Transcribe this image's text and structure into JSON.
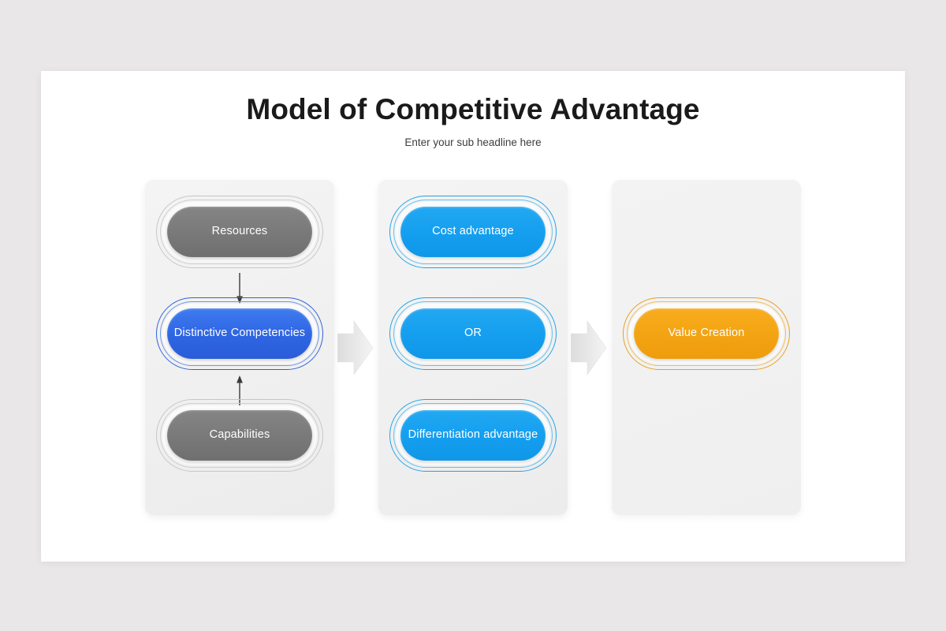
{
  "slide": {
    "title": "Model of Competitive Advantage",
    "subtitle": "Enter your sub headline here"
  },
  "colors": {
    "background": "#e9e7e8",
    "slide": "#ffffff",
    "panel": "#f1f1f1",
    "gray": "#7b7b7b",
    "blue": "#2f66e4",
    "cyan": "#159fef",
    "orange": "#f3a413",
    "arrow": "#e4e4e4",
    "connector": "#3a3a3a",
    "title_text": "#1a1a1a",
    "subtitle_text": "#3c3c3c"
  },
  "columns": [
    {
      "id": "inputs",
      "nodes": [
        {
          "label": "Resources",
          "variant": "gray"
        },
        {
          "label": "Distinctive Competencies",
          "variant": "blue"
        },
        {
          "label": "Capabilities",
          "variant": "gray"
        }
      ],
      "connectors": [
        {
          "name": "resources-to-competencies",
          "direction": "down"
        },
        {
          "name": "capabilities-to-competencies",
          "direction": "up"
        }
      ]
    },
    {
      "id": "advantages",
      "nodes": [
        {
          "label": "Cost advantage",
          "variant": "cyan"
        },
        {
          "label": "OR",
          "variant": "cyan"
        },
        {
          "label": "Differentiation advantage",
          "variant": "cyan"
        }
      ],
      "connectors": []
    },
    {
      "id": "outcome",
      "nodes": [
        {
          "label": "Value Creation",
          "variant": "orange"
        }
      ],
      "connectors": []
    }
  ],
  "flow_arrows": [
    {
      "name": "arrow-inputs-to-advantages"
    },
    {
      "name": "arrow-advantages-to-outcome"
    }
  ]
}
